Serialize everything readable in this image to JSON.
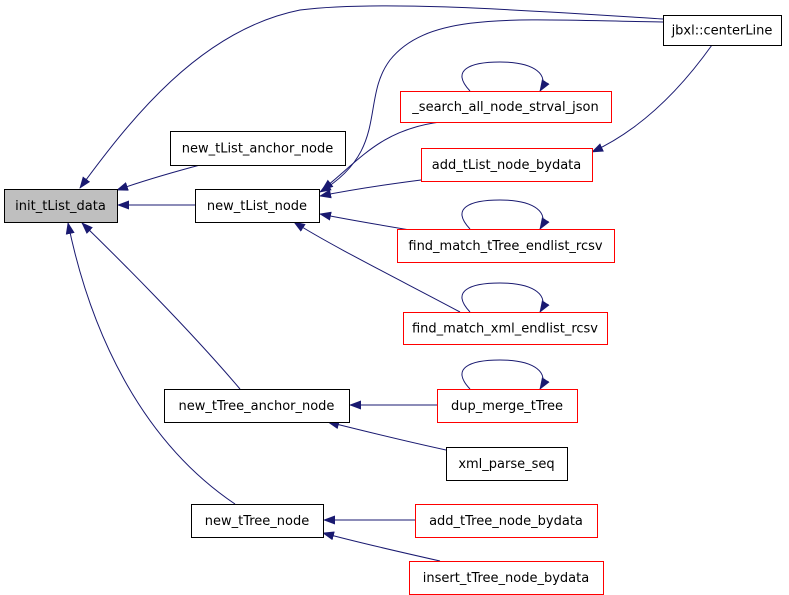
{
  "colors": {
    "focus_fill": "#bfbfbf",
    "normal_border": "#000000",
    "truncated_border": "#ff0000",
    "edge": "#191970"
  },
  "nodes": [
    {
      "id": "init_tList_data",
      "label": "init_tList_data",
      "kind": "focus"
    },
    {
      "id": "jbxl_centerLine",
      "label": "jbxl::centerLine",
      "kind": "normal"
    },
    {
      "id": "new_tList_anchor_node",
      "label": "new_tList_anchor_node",
      "kind": "normal"
    },
    {
      "id": "new_tList_node",
      "label": "new_tList_node",
      "kind": "normal"
    },
    {
      "id": "search_all_node_strval_json",
      "label": "_search_all_node_strval_json",
      "kind": "truncated"
    },
    {
      "id": "add_tList_node_bydata",
      "label": "add_tList_node_bydata",
      "kind": "truncated"
    },
    {
      "id": "find_match_tTree_endlist_rcsv",
      "label": "find_match_tTree_endlist_rcsv",
      "kind": "truncated"
    },
    {
      "id": "find_match_xml_endlist_rcsv",
      "label": "find_match_xml_endlist_rcsv",
      "kind": "truncated"
    },
    {
      "id": "new_tTree_anchor_node",
      "label": "new_tTree_anchor_node",
      "kind": "normal"
    },
    {
      "id": "dup_merge_tTree",
      "label": "dup_merge_tTree",
      "kind": "truncated"
    },
    {
      "id": "xml_parse_seq",
      "label": "xml_parse_seq",
      "kind": "normal"
    },
    {
      "id": "new_tTree_node",
      "label": "new_tTree_node",
      "kind": "normal"
    },
    {
      "id": "add_tTree_node_bydata",
      "label": "add_tTree_node_bydata",
      "kind": "truncated"
    },
    {
      "id": "insert_tTree_node_bydata",
      "label": "insert_tTree_node_bydata",
      "kind": "truncated"
    }
  ],
  "edges": [
    {
      "from": "jbxl_centerLine",
      "to": "init_tList_data"
    },
    {
      "from": "new_tList_anchor_node",
      "to": "init_tList_data"
    },
    {
      "from": "new_tList_node",
      "to": "init_tList_data"
    },
    {
      "from": "new_tTree_anchor_node",
      "to": "init_tList_data"
    },
    {
      "from": "new_tTree_node",
      "to": "init_tList_data"
    },
    {
      "from": "jbxl_centerLine",
      "to": "new_tList_node"
    },
    {
      "from": "search_all_node_strval_json",
      "to": "new_tList_node"
    },
    {
      "from": "add_tList_node_bydata",
      "to": "new_tList_node"
    },
    {
      "from": "find_match_tTree_endlist_rcsv",
      "to": "new_tList_node"
    },
    {
      "from": "find_match_xml_endlist_rcsv",
      "to": "new_tList_node"
    },
    {
      "from": "jbxl_centerLine",
      "to": "add_tList_node_bydata"
    },
    {
      "from": "search_all_node_strval_json",
      "to": "search_all_node_strval_json"
    },
    {
      "from": "find_match_tTree_endlist_rcsv",
      "to": "find_match_tTree_endlist_rcsv"
    },
    {
      "from": "find_match_xml_endlist_rcsv",
      "to": "find_match_xml_endlist_rcsv"
    },
    {
      "from": "dup_merge_tTree",
      "to": "new_tTree_anchor_node"
    },
    {
      "from": "xml_parse_seq",
      "to": "new_tTree_anchor_node"
    },
    {
      "from": "dup_merge_tTree",
      "to": "dup_merge_tTree"
    },
    {
      "from": "add_tTree_node_bydata",
      "to": "new_tTree_node"
    },
    {
      "from": "insert_tTree_node_bydata",
      "to": "new_tTree_node"
    }
  ]
}
